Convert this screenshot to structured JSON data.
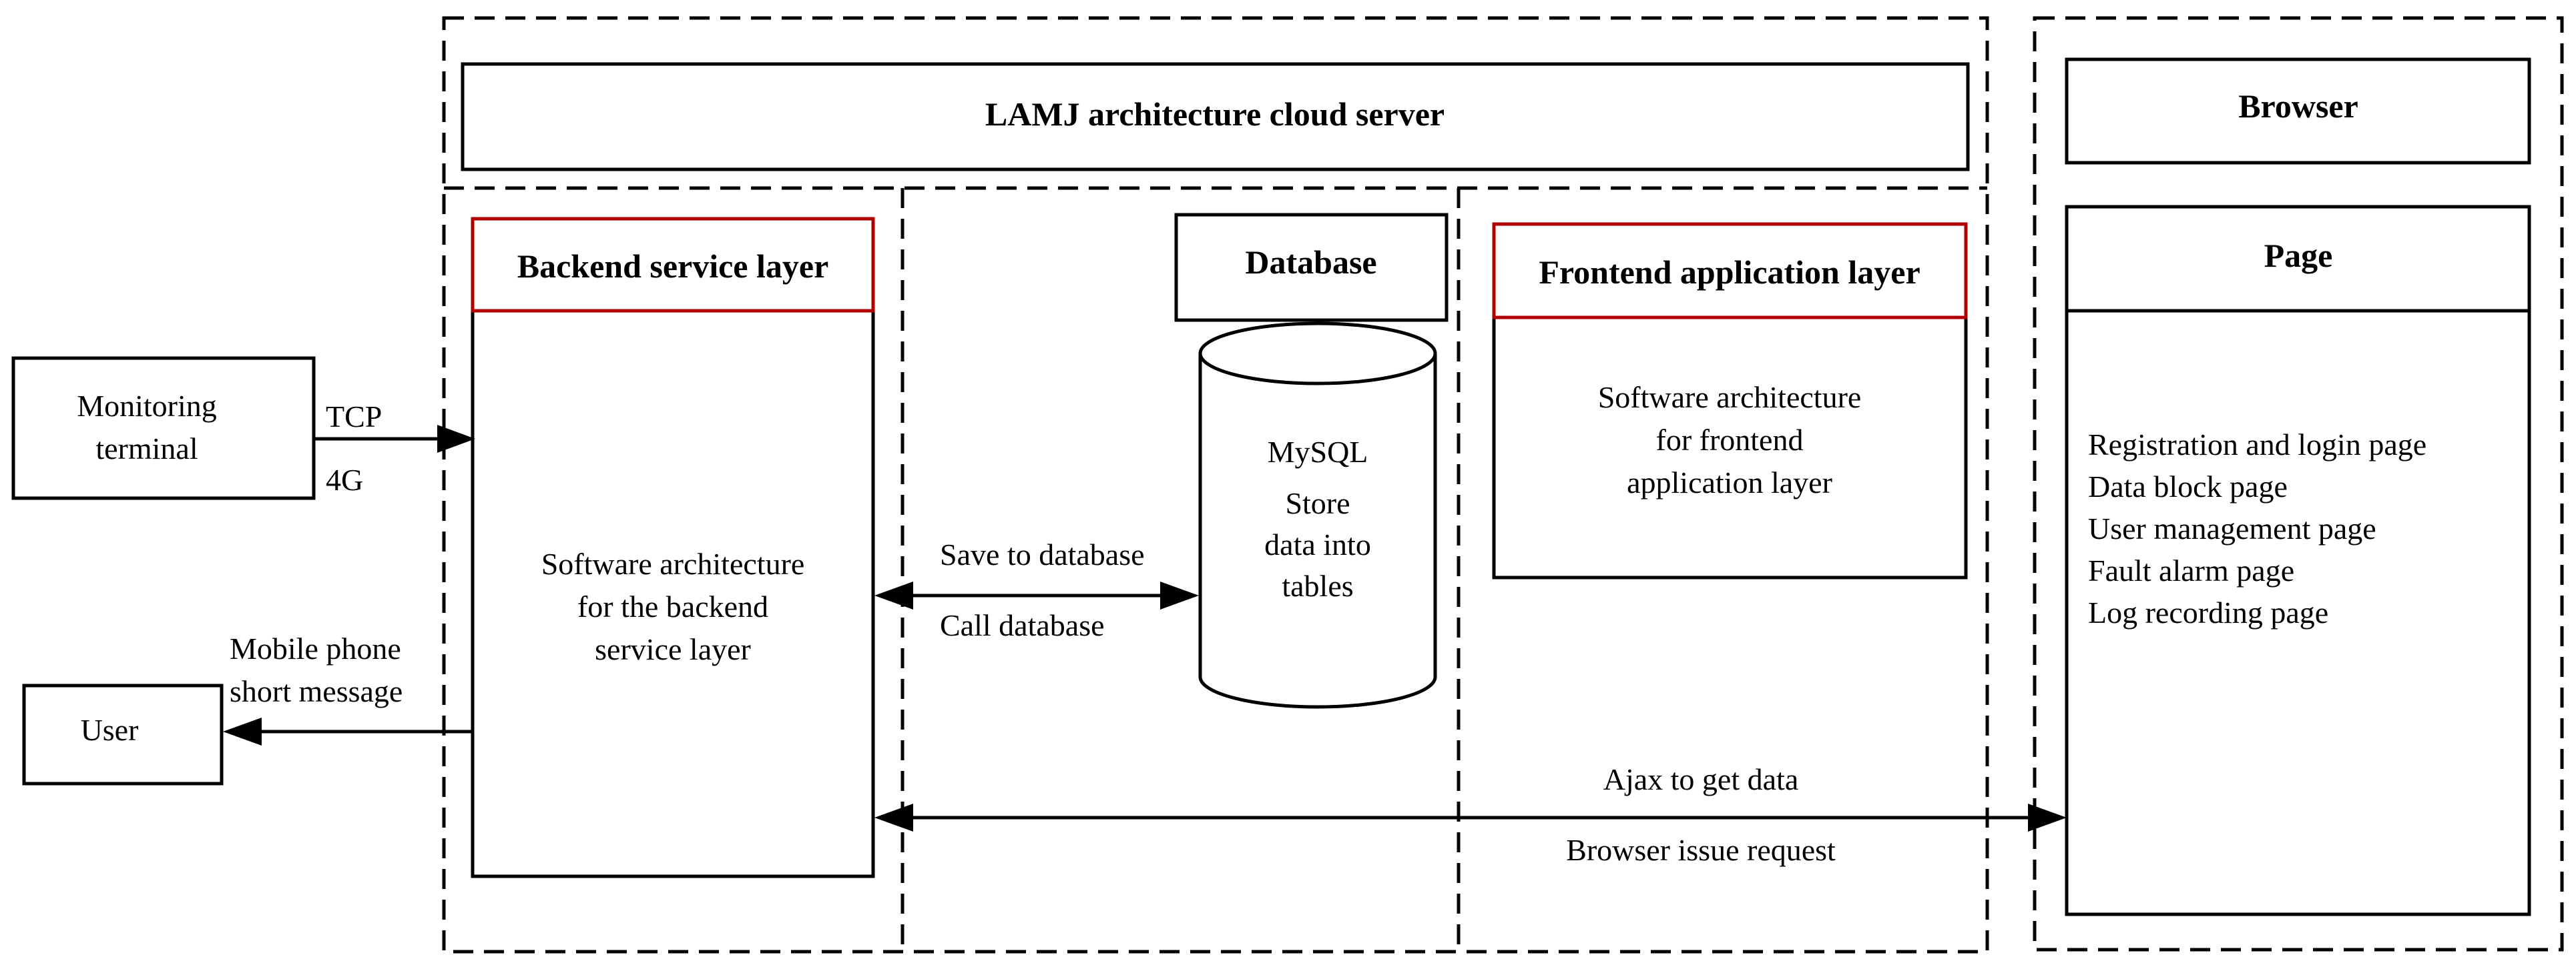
{
  "cloud_server": {
    "title": "LAMJ architecture cloud server"
  },
  "backend": {
    "header": "Backend service layer",
    "body_lines": [
      "Software architecture",
      "for the backend",
      "service layer"
    ]
  },
  "database": {
    "header": "Database",
    "cylinder_lines": [
      "MySQL",
      "Store",
      "data into",
      "tables"
    ]
  },
  "frontend": {
    "header": "Frontend application layer",
    "body_lines": [
      "Software architecture",
      "for frontend",
      "application layer"
    ]
  },
  "browser": {
    "title": "Browser",
    "page_header": "Page",
    "pages": [
      "Registration and login page",
      "Data block page",
      "User management page",
      "Fault alarm page",
      "Log recording page"
    ]
  },
  "monitoring": {
    "label_lines": [
      "Monitoring",
      "terminal"
    ],
    "link_top": "TCP",
    "link_bottom": "4G"
  },
  "user": {
    "label": "User",
    "link_lines": [
      "Mobile phone",
      "short message"
    ]
  },
  "db_link": {
    "top": "Save to database",
    "bottom": "Call database"
  },
  "ajax_link": {
    "top": "Ajax to get data",
    "bottom": "Browser issue request"
  },
  "colors": {
    "stroke": "#000000",
    "accent_red": "#b00000",
    "background": "#ffffff"
  }
}
